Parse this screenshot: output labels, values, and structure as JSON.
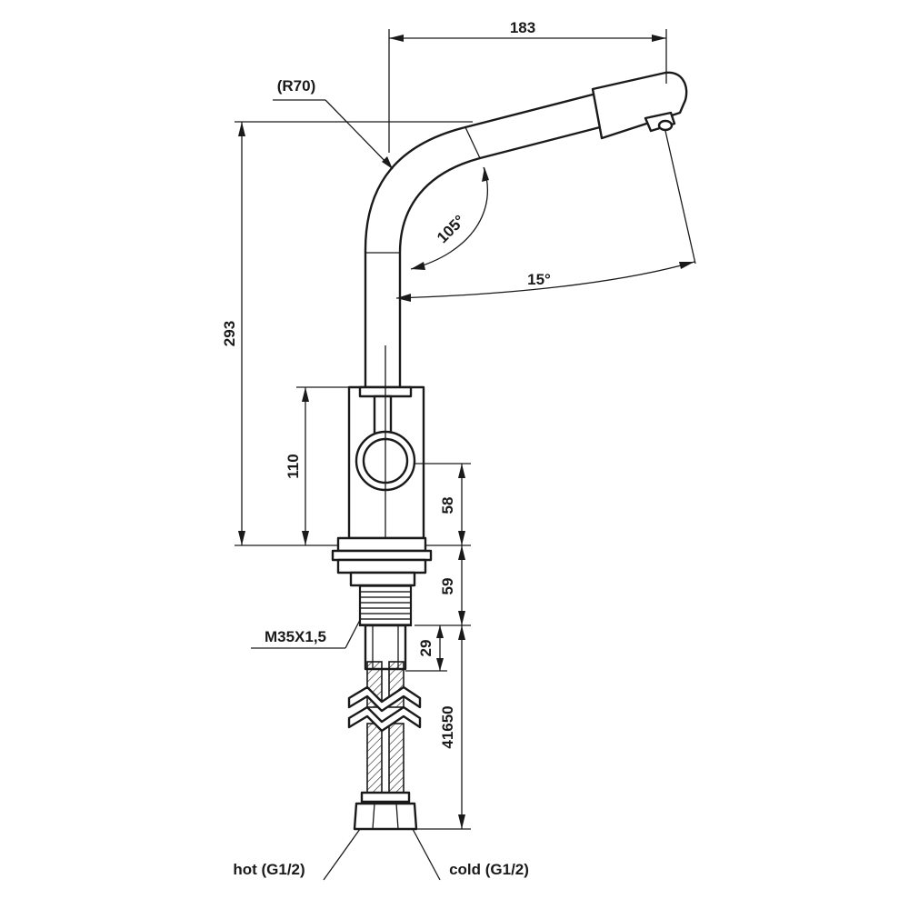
{
  "labels": {
    "width_183": "183",
    "radius": "(R70)",
    "height_293": "293",
    "angle_105": "105°",
    "angle_15": "15°",
    "height_110": "110",
    "height_58": "58",
    "height_59": "59",
    "thread": "M35X1,5",
    "height_29": "29",
    "hose_length": "41650",
    "hot": "hot (G1/2)",
    "cold": "cold (G1/2)"
  },
  "colors": {
    "line": "#1a1a1a",
    "background": "#ffffff"
  }
}
